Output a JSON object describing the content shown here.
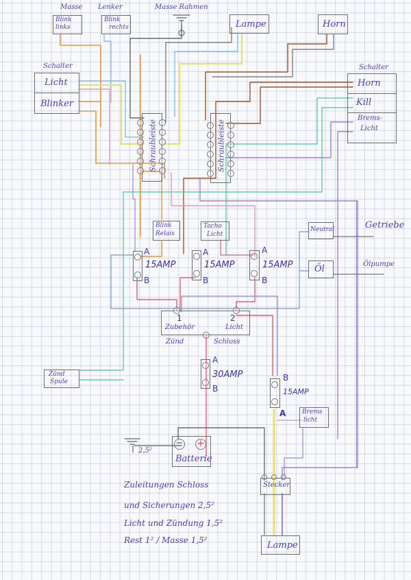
{
  "diagram": {
    "title": "",
    "type": "motorcycle wiring diagram (hand-drawn on grid paper)"
  },
  "labels": {
    "masse": "Masse",
    "lenker": "Lenker",
    "masse_rahmen": "Masse Rahmen",
    "blink_links": [
      "Blink",
      "links"
    ],
    "blink_rechts": [
      "Blink",
      "rechts"
    ],
    "lampe_top": "Lampe",
    "horn": "Horn",
    "schalter_left": "Schalter",
    "schalter_left_rows": [
      "Licht",
      "Blinker"
    ],
    "schalter_right": "Schalter",
    "schalter_right_rows": [
      "Horn",
      "Kill",
      "Brems-",
      "Licht"
    ],
    "terminal_block_1": "Schraubleiste",
    "terminal_block_2": "Schraubleiste",
    "blink_relais": [
      "Blink",
      "Relais"
    ],
    "tacho_licht": [
      "Tacho",
      "Licht"
    ],
    "neutral": "Neutral",
    "oel": "Öl",
    "getriebe": "Getriebe",
    "oelpumpe": "Ölpumpe",
    "zuend_spule": [
      "Zünd",
      "Spule"
    ],
    "zuendschloss": {
      "pos1": "1",
      "pos1_label": "Zubehör",
      "pos2": "2",
      "pos2_label": "Licht",
      "caption_left": "Zünd",
      "caption_right": "Schloss"
    },
    "batterie": "Batterie",
    "ground_size": "2,5²",
    "brems_licht_box": [
      "Brems",
      "licht"
    ],
    "stecker": "Stecker",
    "lampe_bottom": "Lampe"
  },
  "fuses": [
    {
      "id": "fuse-1",
      "rating": "15AMP",
      "terminal_a": "A",
      "terminal_b": "B"
    },
    {
      "id": "fuse-2",
      "rating": "15AMP",
      "terminal_a": "A",
      "terminal_b": "B"
    },
    {
      "id": "fuse-3",
      "rating": "15AMP",
      "terminal_a": "A",
      "terminal_b": "B"
    },
    {
      "id": "fuse-main",
      "rating": "30AMP",
      "terminal_a": "A",
      "terminal_b": "B"
    },
    {
      "id": "fuse-brake",
      "rating": "15AMP",
      "terminal_a": "A",
      "terminal_b": "B"
    }
  ],
  "notes": [
    "Zuleitungen Schloss",
    "und Sicherungen 2,5²",
    "Licht und Zündung 1,5²",
    "Rest 1² / Masse 1,5²"
  ],
  "wire_colors": {
    "orange": "#e8963c",
    "green_dot": "#9ac95a",
    "blue": "#6fb8e8",
    "yellow": "#e8e070",
    "pink": "#e89ab8",
    "red": "#e06070",
    "brown": "#a0522d",
    "grey": "#6b6b6b",
    "purple": "#9a86cc",
    "teal": "#6cc9a0",
    "steelblue": "#7a9ccc"
  }
}
